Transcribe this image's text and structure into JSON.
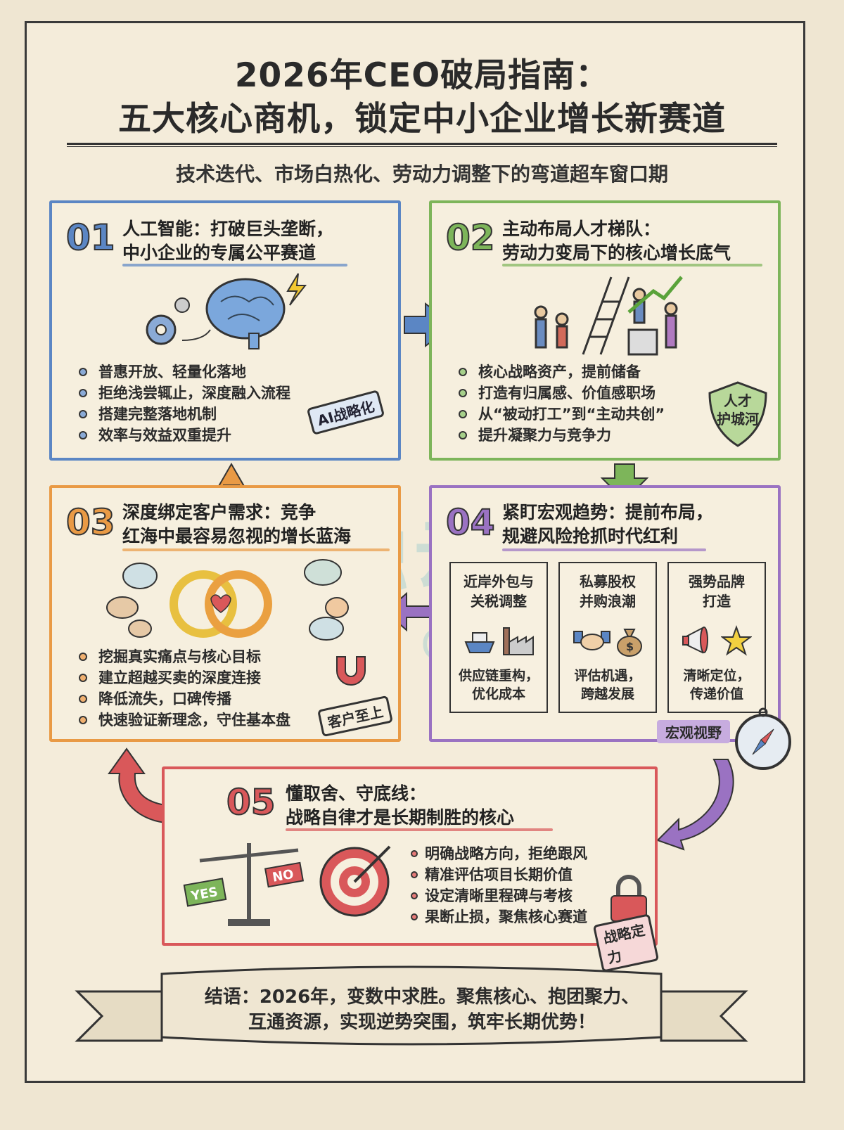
{
  "title_line1": "2026年CEO破局指南：",
  "title_line2": "五大核心商机，锁定中小企业增长新赛道",
  "subtitle": "技术迭代、市场白热化、劳动力调整下的弯道超车窗口期",
  "watermark": {
    "cn": "融云极星",
    "en": "POLAR CLOUD"
  },
  "cards": [
    {
      "num": "01",
      "title1": "人工智能：打破巨头垄断，",
      "title2": "中小企业的专属公平赛道",
      "color": "#5b86c4",
      "bullets": [
        "普惠开放、轻量化落地",
        "拒绝浅尝辄止，深度融入流程",
        "搭建完整落地机制",
        "效率与效益双重提升"
      ],
      "stamp": "AI战略化",
      "icons": [
        "brain-icon",
        "gear-icon",
        "lightning-icon"
      ]
    },
    {
      "num": "02",
      "title1": "主动布局人才梯队：",
      "title2": "劳动力变局下的核心增长底气",
      "color": "#7db55a",
      "bullets": [
        "核心战略资产，提前储备",
        "打造有归属感、价值感职场",
        "从“被动打工”到“主动共创”",
        "提升凝聚力与竞争力"
      ],
      "stamp": "人才\n护城河",
      "icons": [
        "ladder-people-icon",
        "growth-arrow-icon"
      ]
    },
    {
      "num": "03",
      "title1": "深度绑定客户需求：竞争",
      "title2": "红海中最容易忽视的增长蓝海",
      "color": "#e99a45",
      "bullets": [
        "挖掘真实痛点与核心目标",
        "建立超越买卖的深度连接",
        "降低流失，口碑传播",
        "快速验证新理念，守住基本盘"
      ],
      "stamp": "客户至上",
      "icons": [
        "rings-heart-icon",
        "chat-bubble-icon",
        "magnet-icon"
      ]
    },
    {
      "num": "04",
      "title1": "紧盯宏观趋势：提前布局，",
      "title2": "规避风险抢抓时代红利",
      "color": "#9a72c2",
      "subs": [
        {
          "title": "近岸外包与\n关税调整",
          "body": "供应链重构，\n优化成本",
          "icons": [
            "ship-icon",
            "factory-icon"
          ]
        },
        {
          "title": "私募股权\n并购浪潮",
          "body": "评估机遇，\n跨越发展",
          "icons": [
            "handshake-icon",
            "money-bag-icon"
          ]
        },
        {
          "title": "强势品牌\n打造",
          "body": "清晰定位，\n传递价值",
          "icons": [
            "megaphone-icon",
            "star-icon"
          ]
        }
      ],
      "stamp": "宏观视野"
    },
    {
      "num": "05",
      "title1": "懂取舍、守底线：",
      "title2": "战略自律才是长期制胜的核心",
      "color": "#d9585a",
      "bullets": [
        "明确战略方向，拒绝跟风",
        "精准评估项目长期价值",
        "设定清晰里程碑与考核",
        "果断止损，聚焦核心赛道"
      ],
      "stamp": "战略定力",
      "scale_yes": "YES",
      "scale_no": "NO"
    }
  ],
  "conclusion_line1": "结语：2026年，变数中求胜。聚焦核心、抱团聚力、",
  "conclusion_line2": "互通资源，实现逆势突围，筑牢长期优势！"
}
